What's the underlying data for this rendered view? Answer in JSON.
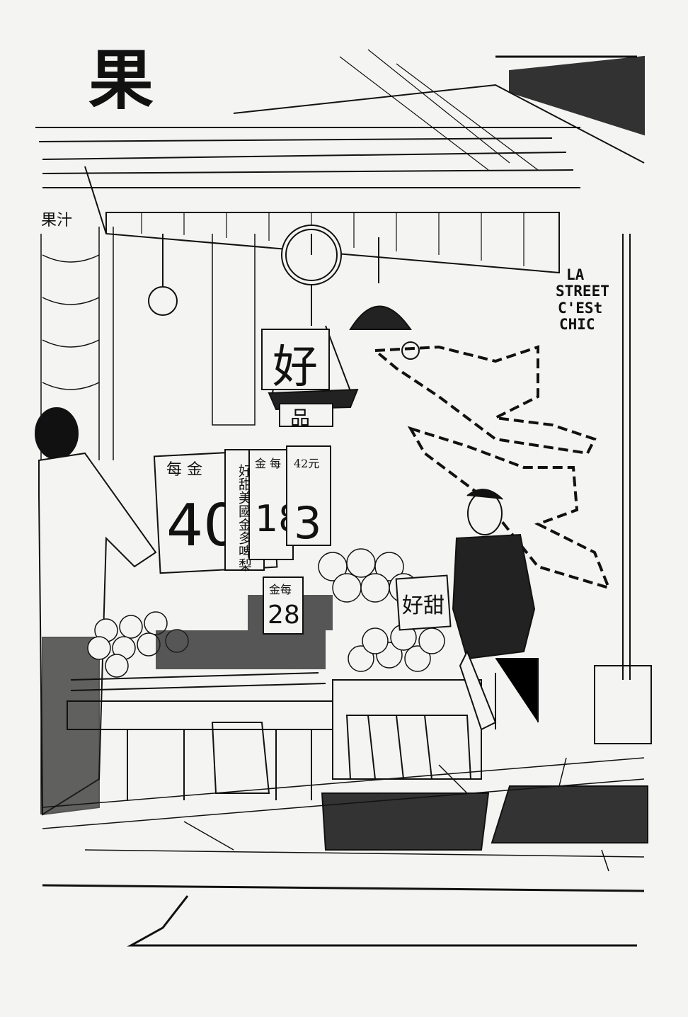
{
  "title_character": "果",
  "shop_sign_small": "果汁",
  "scale_sign": "好",
  "scale_sign_below": "品",
  "price_sign_large": {
    "top": "每 金",
    "price": "40",
    "vertical_text": "好甜美國金多啤梨"
  },
  "price_sign_middle": {
    "top": "金 每",
    "price": "18"
  },
  "price_sign_right": {
    "top": "42元",
    "price": "3"
  },
  "price_sign_small": {
    "top": "金每",
    "price": "28"
  },
  "sign_good_sweet": "好甜",
  "wall_graffiti": [
    "LA",
    "STREET",
    "C'ESt",
    "CHIC"
  ]
}
